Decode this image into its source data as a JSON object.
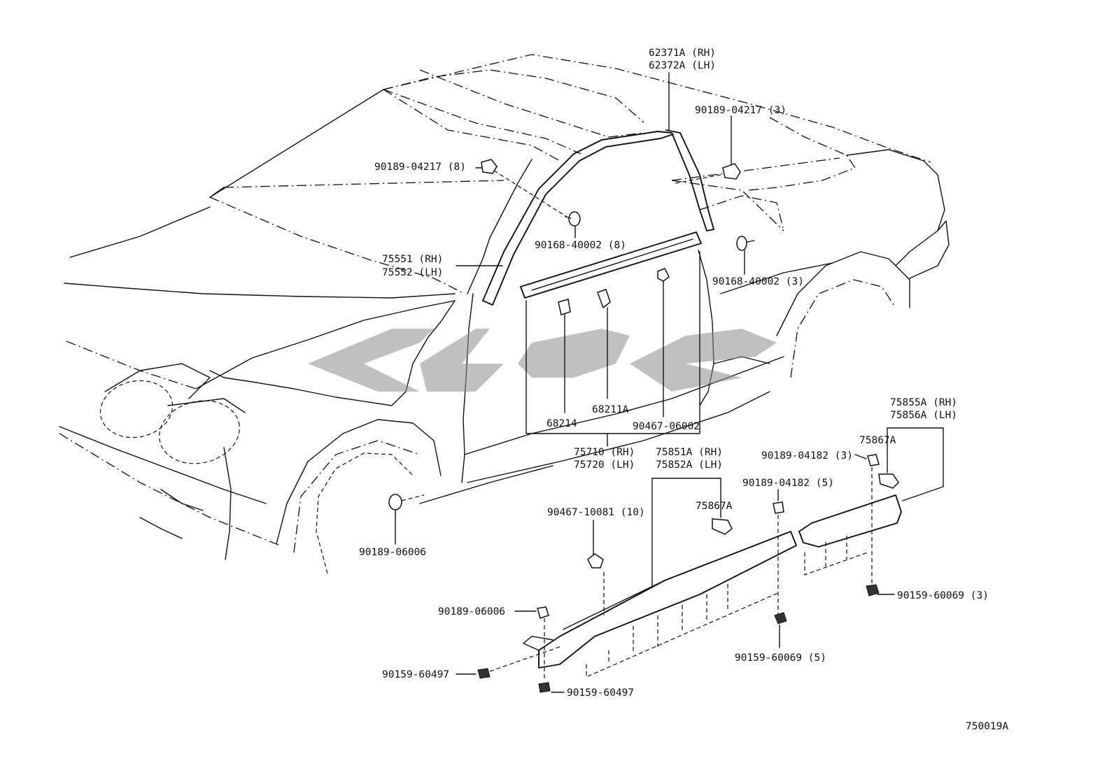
{
  "diagram_id": "750019A",
  "callouts": {
    "p62371": "62371A (RH)",
    "p62372": "62372A (LH)",
    "clip_top_right": "90189-04217 (3)",
    "clip_top_left": "90189-04217 (8)",
    "screw_8": "90168-40002 (8)",
    "screw_3": "90168-40002 (3)",
    "p75551": "75551 (RH)",
    "p75552": "75552 (LH)",
    "p68211": "68211A",
    "p68214": "68214",
    "p90467_06002": "90467-06002",
    "p75710": "75710 (RH)",
    "p75720": "75720 (LH)",
    "p75851": "75851A (RH)",
    "p75852": "75852A (LH)",
    "p75867_a": "75867A",
    "p75867_b": "75867A",
    "p75855": "75855A (RH)",
    "p75856": "75856A (LH)",
    "clip_04182_3": "90189-04182 (3)",
    "clip_04182_5": "90189-04182 (5)",
    "p90467_10081": "90467-10081 (10)",
    "clip_06006_a": "90189-06006",
    "clip_06006_b": "90189-06006",
    "bolt_60497_a": "90159-60497",
    "bolt_60497_b": "90159-60497",
    "bolt_60069_5": "90159-60069 (5)",
    "bolt_60069_3": "90159-60069 (3)"
  }
}
